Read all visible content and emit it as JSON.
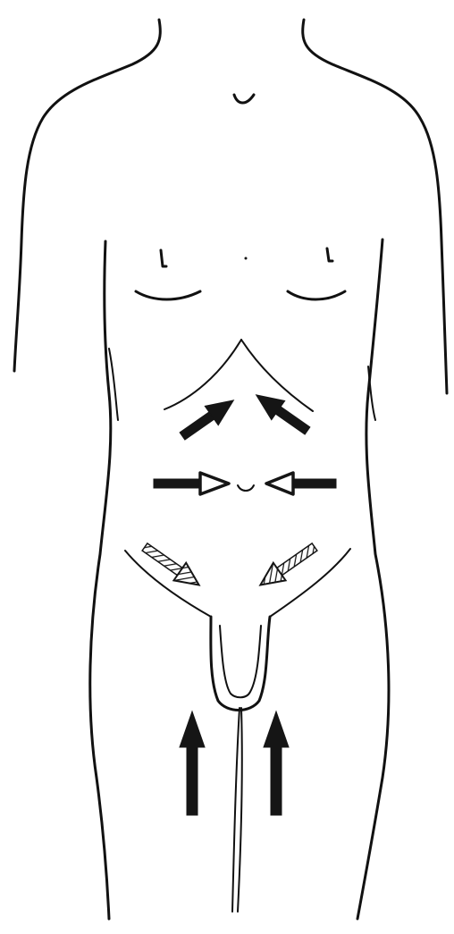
{
  "figure": {
    "subject": "front-view-torso-outline",
    "arrow_style": {
      "upper_abdomen": "solid",
      "mid_abdomen": "solid-shaft-hollow-head",
      "lower_abdomen": "hatched",
      "thighs": "solid"
    },
    "colors": {
      "ink": "#111111",
      "background": "#ffffff"
    }
  }
}
